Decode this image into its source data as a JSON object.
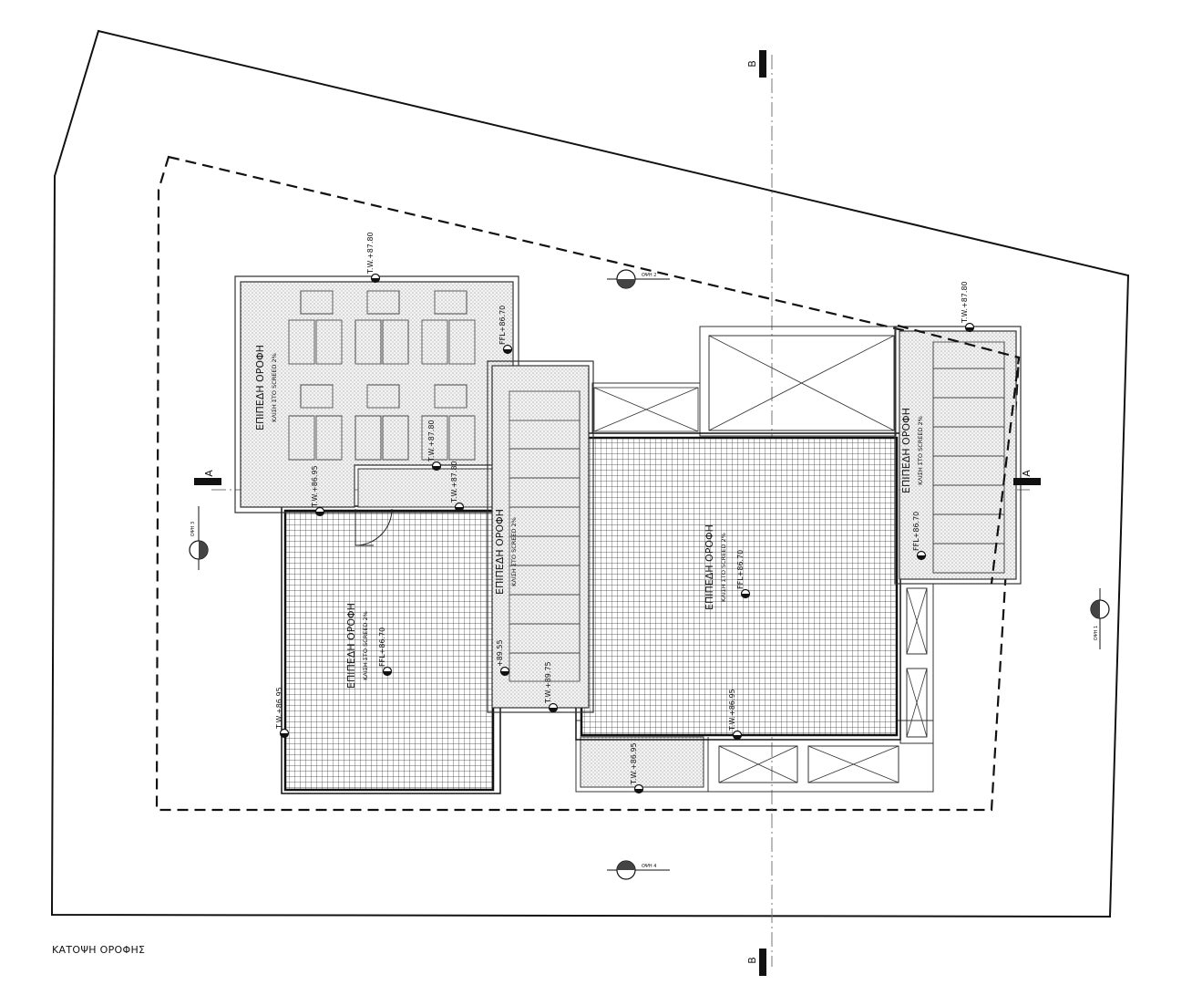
{
  "drawing_title": "ΚΑΤΟΨΗ ΟΡΟΦΗΣ",
  "section_markers": {
    "a": "A",
    "b": "B"
  },
  "view_markers": {
    "v1": "ΟΨΗ 1",
    "v2": "ΟΨΗ 2",
    "v3": "ΟΨΗ 3",
    "v4": "ΟΨΗ 4"
  },
  "roof_areas": [
    {
      "title": "ΕΠΙΠΕΔΗ ΟΡΟΦΗ",
      "note": "ΚΛΙΣΗ ΣΤΟ SCREED 2%"
    },
    {
      "title": "ΕΠΙΠΕΔΗ ΟΡΟΦΗ",
      "note": "ΚΛΙΣΗ ΣΤΟ SCREED 2%"
    },
    {
      "title": "ΕΠΙΠΕΔΗ ΟΡΟΦΗ",
      "note": "ΚΛΙΣΗ ΣΤΟ SCREED 2%"
    },
    {
      "title": "ΕΠΙΠΕΔΗ ΟΡΟΦΗ",
      "note": "ΚΛΙΣΗ ΣΤΟ SCREED 2%"
    },
    {
      "title": "ΕΠΙΠΕΔΗ ΟΡΟΦΗ",
      "note": "ΚΛΙΣΗ ΣΤΟ SCREED 2%"
    }
  ],
  "levels": {
    "tw_8780_a": "T.W.+87.80",
    "ffl_8670_a": "FFL+86.70",
    "tw_8780_b": "T.W.+87.80",
    "tw_8780_c": "T.W.+87.80",
    "tw_8695_a": "T.W.+86.95",
    "tw_8780_d": "T.W.+87.80",
    "ffl_8670_b": "FFL+86.70",
    "ffl_8670_c": "FFL+86.70",
    "ffl_8670_d": "FFL+86.70",
    "lvl_8955": "+89.55",
    "tw_8975": "T.W.+89.75",
    "tw_8695_b": "T.W.+86.95",
    "tw_8695_c": "T.W.+86.95",
    "tw_8695_d": "T.W.+86.95"
  }
}
